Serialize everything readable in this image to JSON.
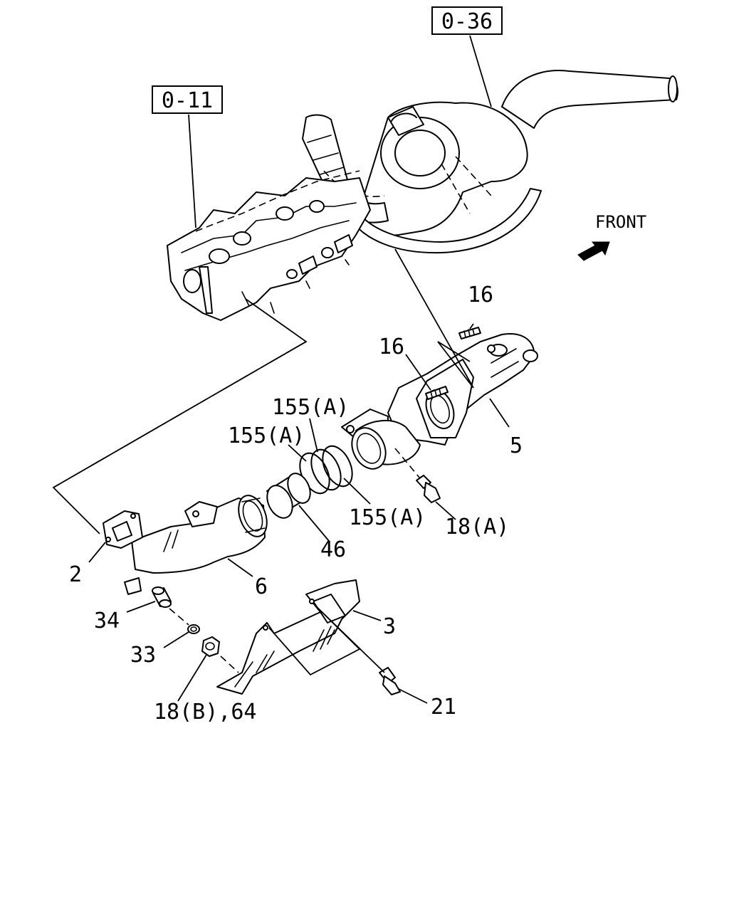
{
  "references": {
    "turbo_ref": "0-36",
    "head_ref": "0-11"
  },
  "front": {
    "text": "FRONT"
  },
  "callouts": {
    "p16_upper": "16",
    "p16_lower": "16",
    "p5": "5",
    "p155a_1": "155(A)",
    "p155a_2": "155(A)",
    "p155a_3": "155(A)",
    "p18a": "18(A)",
    "p46": "46",
    "p2": "2",
    "p6": "6",
    "p34": "34",
    "p3": "3",
    "p33": "33",
    "p21": "21",
    "p18b64": "18(B),64"
  }
}
